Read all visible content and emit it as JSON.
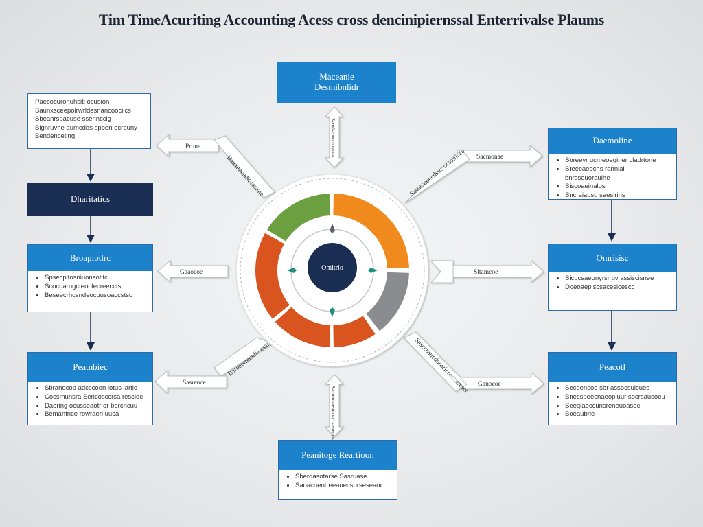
{
  "title": "Tim TimeAcuriting Accounting Acess cross dencinipiernssal Enterrivalse Plaums",
  "top_box": {
    "title_line1": "Maceanie",
    "title_line2": "Desmibnlidr"
  },
  "left_note": {
    "lines": [
      "Paecocuronuhsiti ocusion",
      "Saunxsceepolrwrldesnancoocilcs",
      "Sbeanrspacuse sserinccig",
      "Bignruvhe aumcdbs spoen ecrouny",
      "Bendenceting"
    ]
  },
  "left_dark_box": {
    "title": "Dharitatics"
  },
  "left_mid_box": {
    "title": "Broaplotlrc",
    "items": [
      "Spsecpltosniuonsotitc",
      "Scocuarngcteoolecreeccts",
      "Beseecrhcsndeocuusoaccstsc"
    ]
  },
  "left_bottom_box": {
    "title": "Peatnbiec",
    "items": [
      "Sbranocop adcscoon lotus lartic",
      "Cocsmunsra Sencosccrsa rescioc",
      "Daoring ocusseaotr or borcncuu",
      "Bemanfnce rowraeri uuca"
    ]
  },
  "right_top_box": {
    "title": "Daemoline",
    "items": [
      "Soreeyr ucmeoeginer cladrtone",
      "Sreecaeochs ranniai bnrsseuoraulhe",
      "Siscoaeinalos",
      "Sncraiausg saesirins"
    ]
  },
  "right_mid_box": {
    "title": "Omrisisc",
    "items": [
      "Sicucsaeonyrsr bv assiscisnee",
      "Doeoaepiscsacesicescc"
    ]
  },
  "right_bottom_box": {
    "title": "Peacotl",
    "items": [
      "Secoensoo sbr assocsuisues",
      "Bnecspeecnaeopluur socrsausoeu",
      "Seeqlaeccunsreneuoasoc",
      "Boeaubrie"
    ]
  },
  "bottom_box": {
    "title": "Peanitoge Reartioon",
    "items": [
      "Sberdasotarse Sasruase",
      "Saoacneotreeauecsorseseaor"
    ]
  },
  "arrows": {
    "left_top": "Prune",
    "left_top_diag": "Baicumcadit rasitne",
    "left_mid": "Gaaocoe",
    "left_bottom": "Sasrence",
    "left_bottom_diag": "Baroeotmcidie esarioe",
    "right_top": "Sacmonae",
    "right_top_diag": "Sasorsooecdsirs ocaaniceu",
    "right_mid": "Sltamcoe",
    "right_bottom": "Ganocoe",
    "right_bottom_diag": "Sasccnsuedoosrlcoeccerescr",
    "top_vertical": "Sscndseneccuosnaes",
    "bottom_vertical": "Sarrusoneesooooccsesonues"
  },
  "center": {
    "label": "Omitrio"
  },
  "colors": {
    "header_blue": "#1d82cc",
    "header_dark": "#1a2d52",
    "ring_green": "#6c9f3f",
    "ring_orange": "#f18a1d",
    "ring_gray": "#8a8c8f",
    "ring_dark_orange": "#d9541f",
    "center_navy": "#1a2d52"
  }
}
